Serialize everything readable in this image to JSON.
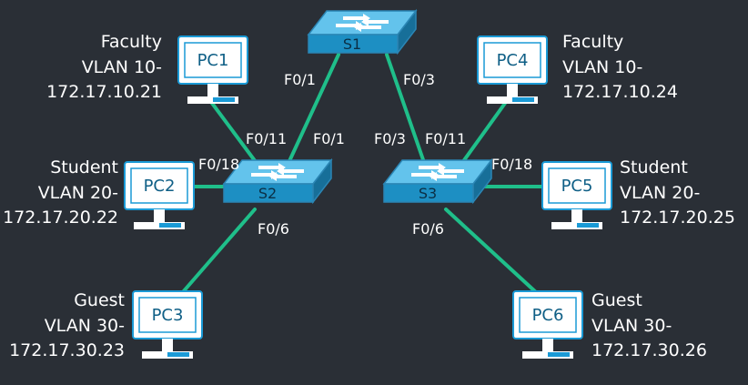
{
  "colors": {
    "background": "#2a2f36",
    "link": "#1fbf8a",
    "switch_top": "#63c3ec",
    "switch_front": "#1d8fc3",
    "monitor_border": "#1a9ad6",
    "text": "#ffffff"
  },
  "switches": [
    {
      "id": "s1",
      "label": "S1"
    },
    {
      "id": "s2",
      "label": "S2"
    },
    {
      "id": "s3",
      "label": "S3"
    }
  ],
  "pcs": [
    {
      "id": "pc1",
      "label": "PC1",
      "lines": [
        "Faculty",
        "VLAN 10-",
        "172.17.10.21"
      ]
    },
    {
      "id": "pc2",
      "label": "PC2",
      "lines": [
        "Student",
        "VLAN 20-",
        "172.17.20.22"
      ]
    },
    {
      "id": "pc3",
      "label": "PC3",
      "lines": [
        "Guest",
        "VLAN 30-",
        "172.17.30.23"
      ]
    },
    {
      "id": "pc4",
      "label": "PC4",
      "lines": [
        "Faculty",
        "VLAN 10-",
        "172.17.10.24"
      ]
    },
    {
      "id": "pc5",
      "label": "PC5",
      "lines": [
        "Student",
        "VLAN 20-",
        "172.17.20.25"
      ]
    },
    {
      "id": "pc6",
      "label": "PC6",
      "lines": [
        "Guest",
        "VLAN 30-",
        "172.17.30.26"
      ]
    }
  ],
  "ports": {
    "s1_to_s2": "F0/1",
    "s1_to_s3": "F0/3",
    "s2_to_pc1": "F0/11",
    "s2_to_s1": "F0/1",
    "s2_to_pc2": "F0/18",
    "s2_to_pc3": "F0/6",
    "s3_to_s1": "F0/3",
    "s3_to_pc4": "F0/11",
    "s3_to_pc5": "F0/18",
    "s3_to_pc6": "F0/6"
  }
}
